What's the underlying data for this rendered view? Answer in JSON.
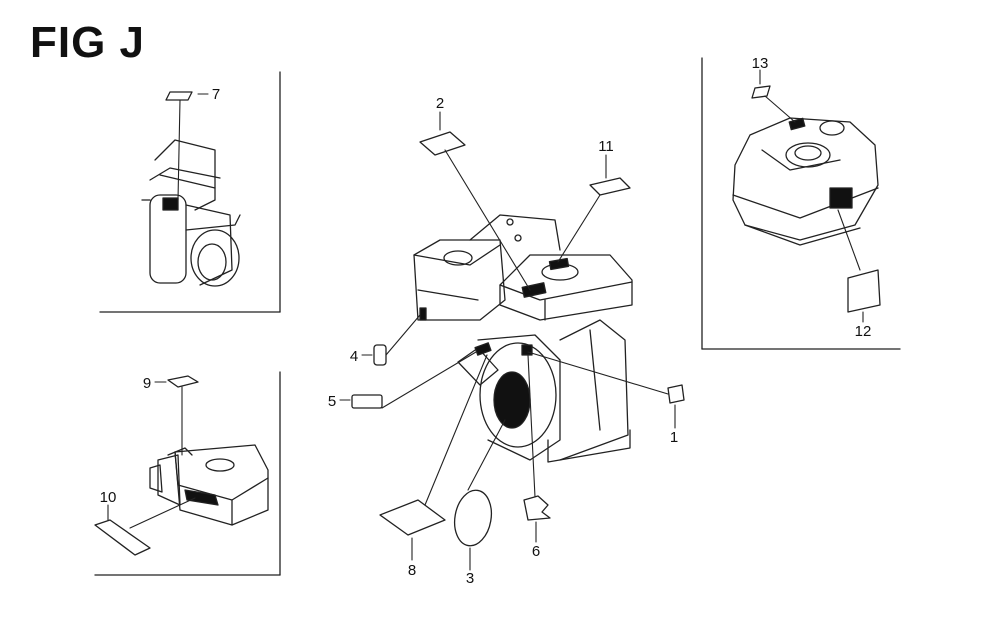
{
  "figure": {
    "title": "FIG J"
  },
  "callouts": [
    {
      "id": "c1",
      "label": "1"
    },
    {
      "id": "c2",
      "label": "2"
    },
    {
      "id": "c3",
      "label": "3"
    },
    {
      "id": "c4",
      "label": "4"
    },
    {
      "id": "c5",
      "label": "5"
    },
    {
      "id": "c6",
      "label": "6"
    },
    {
      "id": "c7",
      "label": "7"
    },
    {
      "id": "c8",
      "label": "8"
    },
    {
      "id": "c9",
      "label": "9"
    },
    {
      "id": "c10",
      "label": "10"
    },
    {
      "id": "c11",
      "label": "11"
    },
    {
      "id": "c12",
      "label": "12"
    },
    {
      "id": "c13",
      "label": "13"
    }
  ],
  "colors": {
    "line": "#222222",
    "fill_dark": "#111111",
    "paper": "#ffffff"
  }
}
